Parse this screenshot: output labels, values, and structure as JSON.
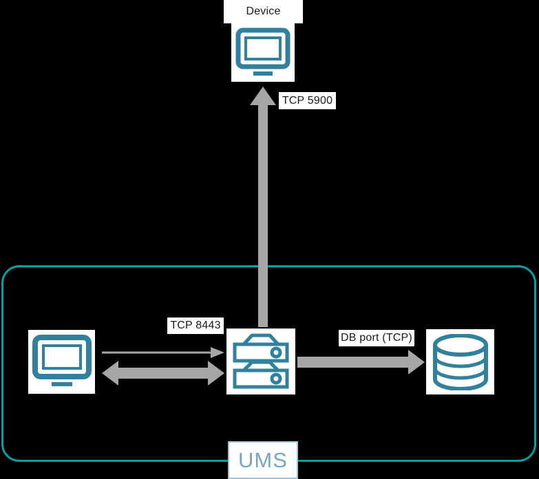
{
  "diagram": {
    "title": "UMS connectivity diagram",
    "background_color": "#000000",
    "accent_teal": "#00a2a8",
    "icon_teal": "#31809c",
    "arrow_gray": "#a6a6a6",
    "label_text_color": "#1a1a1a",
    "ums_badge_text_color": "#79a7c0"
  },
  "nodes": [
    {
      "id": "device",
      "label": "Device",
      "icon": "monitor-icon",
      "has_label_box": true
    },
    {
      "id": "admin-console",
      "label": "",
      "icon": "monitor-icon",
      "has_label_box": false
    },
    {
      "id": "ums-server",
      "label": "",
      "icon": "server-icon",
      "has_label_box": false
    },
    {
      "id": "database",
      "label": "",
      "icon": "database-icon",
      "has_label_box": false
    }
  ],
  "connections": [
    {
      "id": "device-to-server",
      "label": "TCP 5900",
      "direction": "up",
      "style": "thick",
      "from": "ums-server",
      "to": "device"
    },
    {
      "id": "console-to-server-thin",
      "label": "",
      "direction": "right",
      "style": "thin",
      "from": "admin-console",
      "to": "ums-server"
    },
    {
      "id": "console-to-server-thick",
      "label": "TCP 8443",
      "direction": "both",
      "style": "thick",
      "from": "admin-console",
      "to": "ums-server"
    },
    {
      "id": "server-to-database",
      "label": "DB port (TCP)",
      "direction": "right",
      "style": "thick",
      "from": "ums-server",
      "to": "database"
    }
  ],
  "boundary": {
    "label": "UMS",
    "border_color": "#00a2a8"
  },
  "labels": {
    "device": "Device",
    "tcp_5900": "TCP 5900",
    "tcp_8443": "TCP 8443",
    "db_port": "DB port (TCP)",
    "ums": "UMS"
  }
}
